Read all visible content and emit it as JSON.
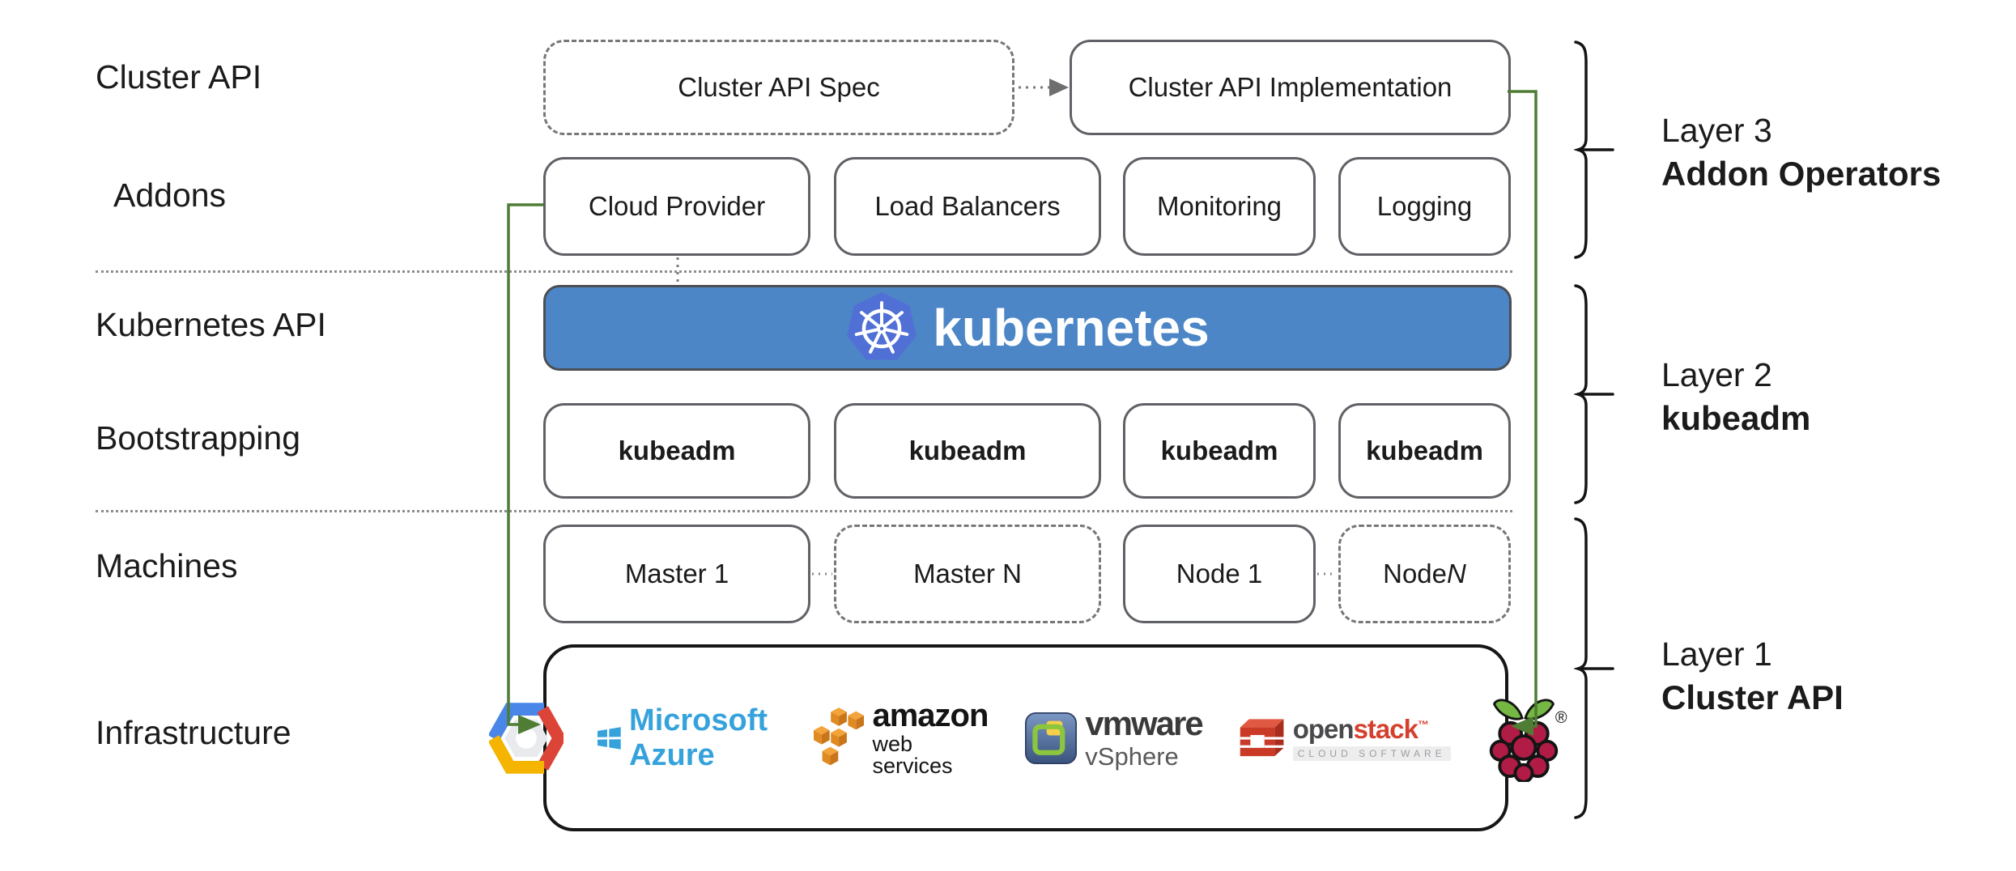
{
  "row_labels": {
    "cluster_api": "Cluster API",
    "addons": "Addons",
    "kubernetes_api": "Kubernetes API",
    "bootstrapping": "Bootstrapping",
    "machines": "Machines",
    "infrastructure": "Infrastructure"
  },
  "boxes": {
    "spec": "Cluster API Spec",
    "implementation": "Cluster API Implementation",
    "addons": [
      "Cloud Provider",
      "Load Balancers",
      "Monitoring",
      "Logging"
    ],
    "kubernetes": "kubernetes",
    "bootstrap": [
      "kubeadm",
      "kubeadm",
      "kubeadm",
      "kubeadm"
    ],
    "machines": [
      {
        "text": "Master 1",
        "suffix": ""
      },
      {
        "text": "Master N",
        "suffix": ""
      },
      {
        "text": "Node 1",
        "suffix": ""
      },
      {
        "text": "Node ",
        "suffix": "N"
      }
    ]
  },
  "layers": {
    "layer3": {
      "name": "Layer 3",
      "subtitle": "Addon Operators"
    },
    "layer2": {
      "name": "Layer 2",
      "subtitle": "kubeadm"
    },
    "layer1": {
      "name": "Layer 1",
      "subtitle": "Cluster API"
    }
  },
  "logos": {
    "google_cloud_icon": "google-cloud-hexagon",
    "kubernetes_icon": "kubernetes-helm-wheel",
    "azure": {
      "label": "Microsoft Azure"
    },
    "aws": {
      "label": "amazon",
      "sublabel": "web services"
    },
    "vmware": {
      "label": "vmware",
      "sublabel": "vSphere"
    },
    "openstack": {
      "label_open": "open",
      "label_stack": "stack",
      "tm": "™",
      "sublabel": "CLOUD SOFTWARE"
    },
    "raspberry_pi": {
      "registered": "®"
    }
  },
  "colors": {
    "connector_green": "#4e7d33",
    "banner_blue": "#4c86c6",
    "k8s_logo_blue": "#5170d6",
    "azure_blue": "#35a2dc",
    "aws_orange": "#e8882b",
    "vmware_green": "#8cc63e",
    "openstack_red": "#ca3b27",
    "raspberry_crimson": "#b01c45",
    "leaf_green": "#75b743",
    "box_border_gray": "#5f6166"
  }
}
